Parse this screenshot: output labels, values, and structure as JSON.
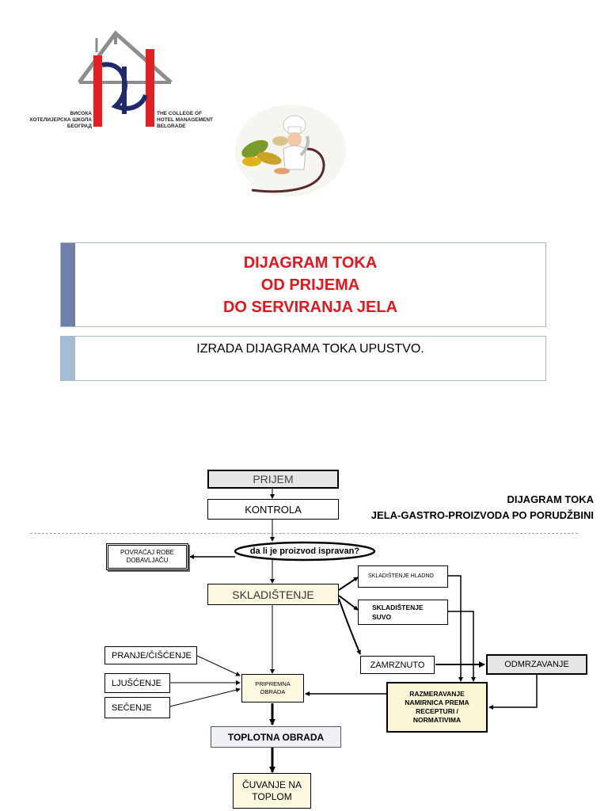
{
  "logo": {
    "left_text": [
      "ВИСОКА",
      "ХОТЕЛИЈЕРСКА ШКОЛА",
      "БЕОГРАД"
    ],
    "right_text": [
      "THE COLLEGE OF",
      "HOTEL MANAGEMENT",
      "BELGRADE"
    ]
  },
  "slide": {
    "title_lines": [
      "DIJAGRAM TOKA",
      "OD PRIJEMA",
      "DO SERVIRANJA JELA"
    ],
    "subtitle": "IZRADA DIJAGRAMA TOKA UPUSTVO."
  },
  "flowchart": {
    "heading_lines": [
      "DIJAGRAM TOKA",
      "JELA-GASTRO-PROIZVODA PO PORUDŽBINI"
    ],
    "nodes": {
      "prijem": "PRIJEM",
      "kontrola": "KONTROLA",
      "decision": "da li je proizvod ispravan?",
      "povracaj": "POVRAĆAJ ROBE DOBAVLJAČU",
      "skladistenje": "SKLADIŠTENJE",
      "skl_hladno": "SKLADIŠTENJE HLADNO",
      "skl_suvo": "SKLADIŠTENJE SUVO",
      "zamrznuto": "ZAMRZNUTO",
      "odmrzavanje": "ODMRZAVANJE",
      "razmeravanje": "RAZMERAVANJE NAMIRNICA PREMA RECEPTURI / NORMATIVIMA",
      "pranje": "PRANJE/ČIŠĆENJE",
      "ljuscenje": "LJUŠĆENJE",
      "secenje": "SEČENJE",
      "pripremna": "PRIPREMNA OBRADA",
      "toplotna": "TOPLOTNA OBRADA",
      "cuvanje": "ČUVANJE NA TOPLOM"
    }
  },
  "colors": {
    "title_red": "#e8141b",
    "title_bar": "#6f7fa6",
    "subtitle_bar": "#a6bcd4",
    "prijem_fill": "#e6e6e6",
    "skladistenje_fill": "#fdf8e0",
    "pripremna_fill": "#fdf8e0",
    "razmeravanje_fill": "#fbf6d6",
    "odmrzavanje_fill": "#e6e6e6",
    "toplotna_fill": "#edf1f5",
    "cuvanje_fill": "#fdf8e0"
  }
}
